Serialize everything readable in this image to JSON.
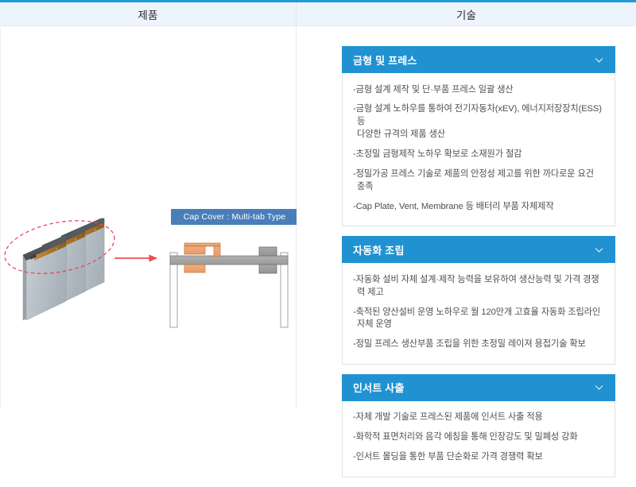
{
  "theme": {
    "accent_bar": "#1e9cd8",
    "header_bg": "#eef4fb",
    "section_header_bg": "#2092d2",
    "badge_bg": "#4a7ebb",
    "arrow_color": "#f04b4b",
    "dashed_ellipse_color": "#e8465a"
  },
  "table_header": {
    "product_label": "제품",
    "tech_label": "기술"
  },
  "product": {
    "badge_label": "Cap Cover : Multi-tab Type",
    "cells_icon": "prismatic-battery-cells",
    "arrow_icon": "right-arrow-icon",
    "highlight_icon": "dashed-ellipse-highlight",
    "cross_section_icon": "cap-cover-cross-section"
  },
  "tech": {
    "sections": [
      {
        "title": "금형 및 프레스",
        "chevron": "chevron-down-icon",
        "items": [
          "-금형 설계 제작 및 단·부품 프레스 일괄 생산",
          "-금형 설계 노하우를 통하여 전기자동차(xEV), 에너지저장장치(ESS) 등\n 다양한 규격의 제품 생산",
          "-초정밀 금형제작 노하우 확보로 소재원가 절감",
          "-정밀가공 프레스 기술로 제품의 안정성 제고를 위한 까다로운 요건 충족",
          "-Cap Plate, Vent, Membrane 등 배터리 부품 자체제작"
        ]
      },
      {
        "title": "자동화 조립",
        "chevron": "chevron-down-icon",
        "items": [
          "-자동화 설비 자체 설계·제작 능력을 보유하여 생산능력 및 가격 경쟁력 제고",
          "-축적된 양산설비 운영 노하우로 월 120만개 고효율 자동화 조립라인 자체 운영",
          "-정밀 프레스 생산부품 조립을 위한 초정밀 레이져 용접기술 확보"
        ]
      },
      {
        "title": "인서트 사출",
        "chevron": "chevron-down-icon",
        "items": [
          "-자체 개발 기술로 프레스된 제품에 인서트 사출 적용",
          "-화학적 표면처리와 음각 에칭을 통해 인장강도 및 밀폐성 강화",
          "-인서트 몰딩을 통한 부품 단순화로 가격 경쟁력 확보"
        ]
      }
    ]
  }
}
